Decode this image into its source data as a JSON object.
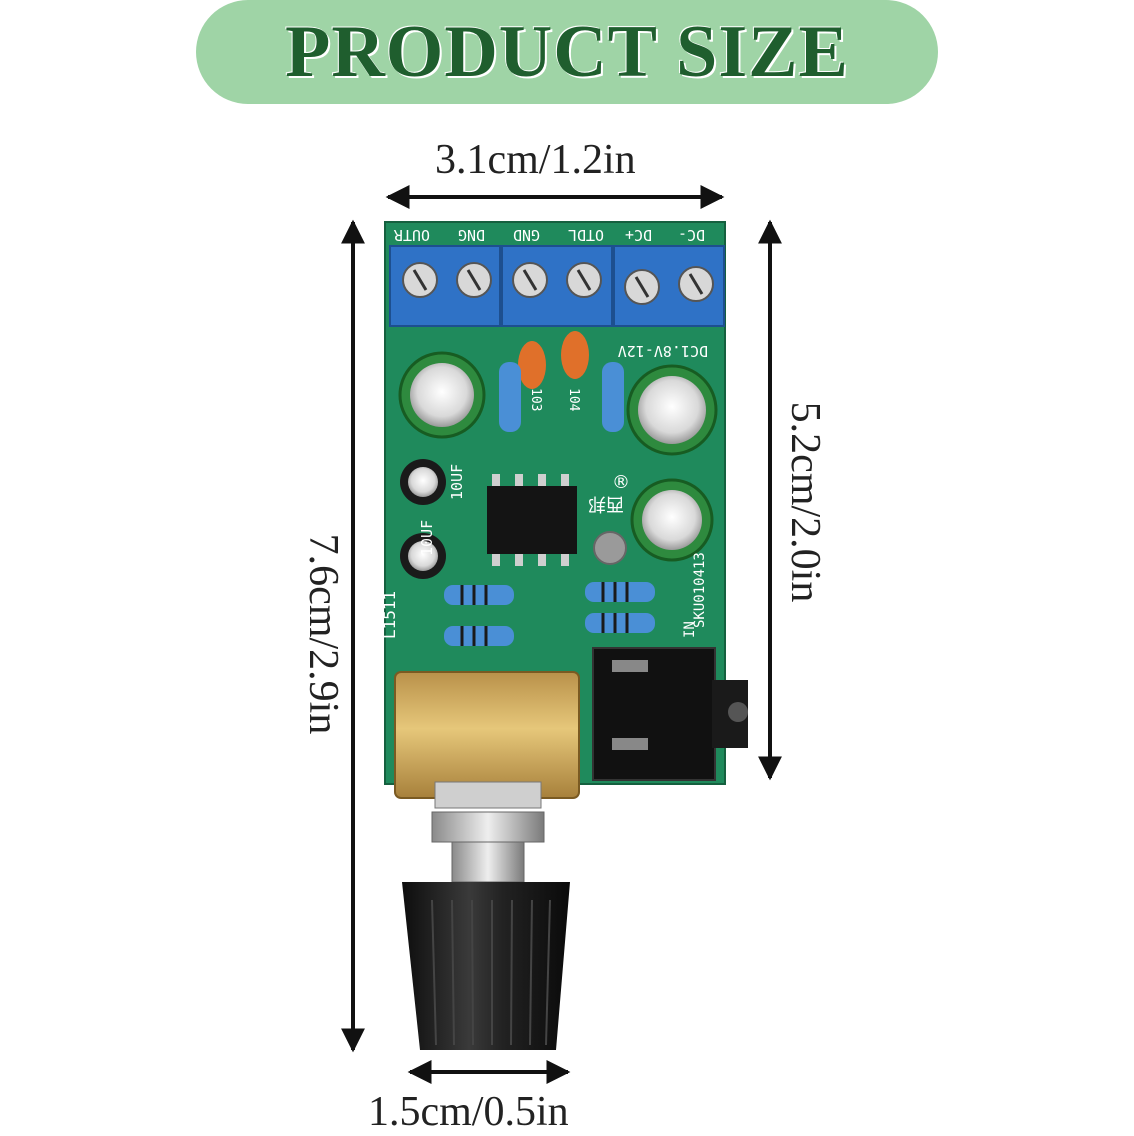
{
  "banner": {
    "title": "PRODUCT SIZE"
  },
  "dimensions": {
    "top_width": "3.1cm/1.2in",
    "total_height": "7.6cm/2.9in",
    "board_height": "5.2cm/2.0in",
    "knob_width": "1.5cm/0.5in"
  },
  "board": {
    "terminal_labels": [
      "OUTR",
      "DNG",
      "GND",
      "OTDL",
      "DC+",
      "DC-"
    ],
    "voltage_label": "DC1.8V-12V",
    "cap_label_1": "10UF",
    "cap_label_2": "10UF",
    "resistor_codes": [
      "103",
      "104"
    ],
    "brand_mark": "®",
    "brand_text": "西邦",
    "model_code": "L1511",
    "sku_code": "SKU010413",
    "input_label": "IN"
  },
  "colors": {
    "banner_bg": "#9fd4a6",
    "banner_text": "#1f5e2e",
    "pcb_green": "#1f8a5c",
    "terminal_blue": "#2f72c6",
    "knob_black": "#1a1a1a",
    "pot_gold": "#c9a24a"
  }
}
